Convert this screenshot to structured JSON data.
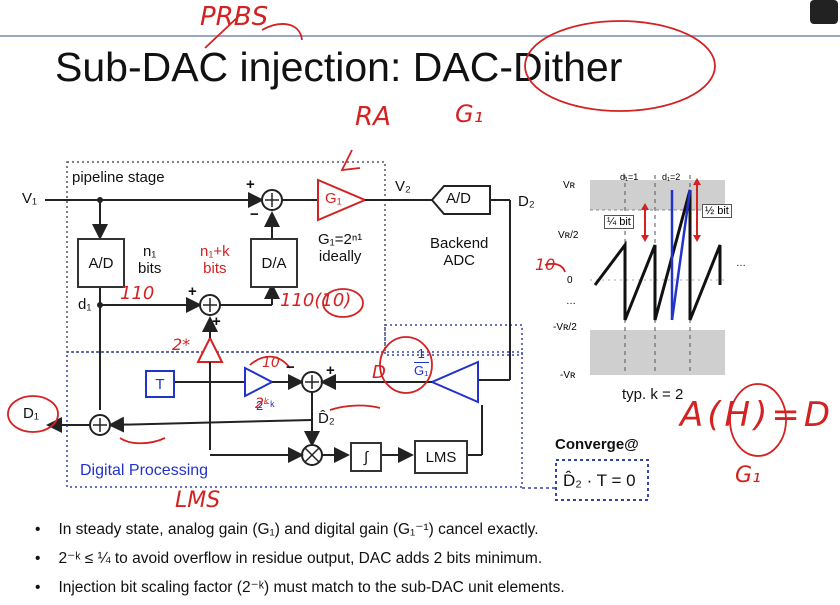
{
  "slide": {
    "title": "Sub-DAC injection: DAC-Dither"
  },
  "diagram": {
    "pipeline_stage_label": "pipeline stage",
    "v1": "V₁",
    "v2": "V₂",
    "d1": "d₁",
    "d2": "D₂",
    "d1_out": "D₁",
    "ad_label": "A/D",
    "da_label": "D/A",
    "adc_top_label": "A/D",
    "n1_bits": [
      "n₁",
      "bits"
    ],
    "n1k_bits": [
      "n₁+k",
      "bits"
    ],
    "g1_label": "G₁",
    "g1_eq": [
      "G₁=2ⁿ¹",
      "ideally"
    ],
    "backend_adc": [
      "Backend",
      "ADC"
    ],
    "t_label": "T",
    "two_k": "2⁻ᵏ",
    "d2_hat": "D̂₂",
    "inv_g1": [
      "1",
      "G₁"
    ],
    "integrator": "∫",
    "lms": "LMS",
    "digital_processing": "Digital Processing",
    "converge_label": "Converge@",
    "converge_eq": "D̂₂ · T = 0",
    "plus": "+",
    "minus": "−"
  },
  "residue_plot": {
    "d1_1": "d₁=1",
    "d1_2": "d₁=2",
    "vr": "Vʀ",
    "vr2": "Vʀ/2",
    "zero": "0",
    "ellipsis": "…",
    "neg_vr2": "-Vʀ/2",
    "neg_vr": "-Vʀ",
    "quarter_bit": "¼ bit",
    "half_bit": "½ bit",
    "typ_k": "typ. k = 2"
  },
  "bullets": [
    "In steady state, analog gain (G₁) and digital gain (G₁⁻¹) cancel exactly.",
    "2⁻ᵏ ≤ ¼ to avoid overflow in residue output, DAC adds 2 bits minimum.",
    "Injection bit scaling factor (2⁻ᵏ) must match to the sub-DAC unit elements."
  ],
  "annotations": {
    "prbs": "PRBS",
    "ra": "RA",
    "g1_hand": "G₁",
    "ten": "10",
    "one_zero_one": "110",
    "one_zero_ten": "110(10)",
    "two_k_hand": "2*",
    "ten_b": "10",
    "two_k_b": "2ᵏ",
    "d_hand": "D",
    "lms_hand": "LMS",
    "ahd": "A(H)=D",
    "g1_bottom": "G₁"
  },
  "colors": {
    "ink_red": "#d32222",
    "ink_blue": "#2233cc",
    "dotted_border": "#555555"
  }
}
